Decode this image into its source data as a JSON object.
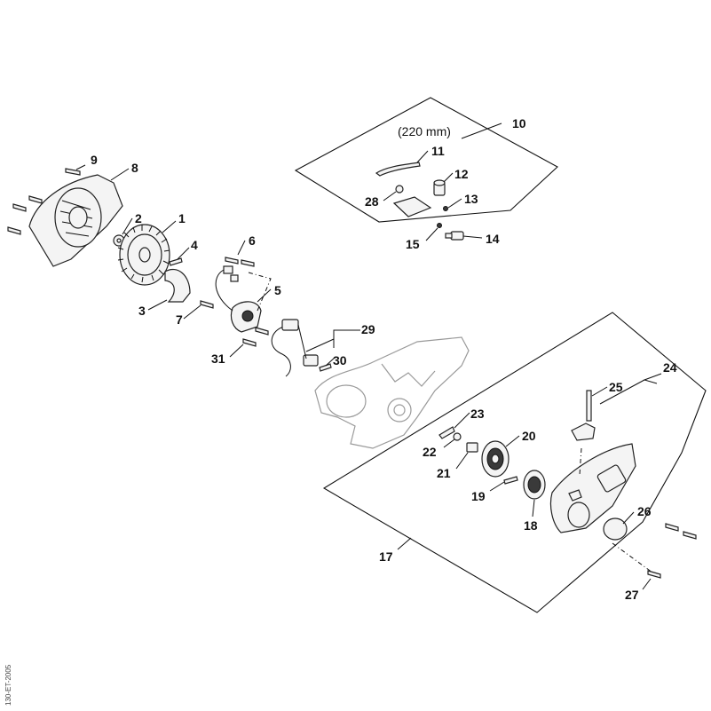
{
  "diagram": {
    "title": "",
    "kit_note": "(220 mm)",
    "side_code": "130-ET-2005",
    "labels": [
      "1",
      "2",
      "3",
      "4",
      "5",
      "6",
      "7",
      "8",
      "9",
      "10",
      "11",
      "12",
      "13",
      "14",
      "15",
      "17",
      "18",
      "19",
      "20",
      "21",
      "22",
      "23",
      "24",
      "25",
      "26",
      "27",
      "28",
      "29",
      "30",
      "31"
    ]
  }
}
